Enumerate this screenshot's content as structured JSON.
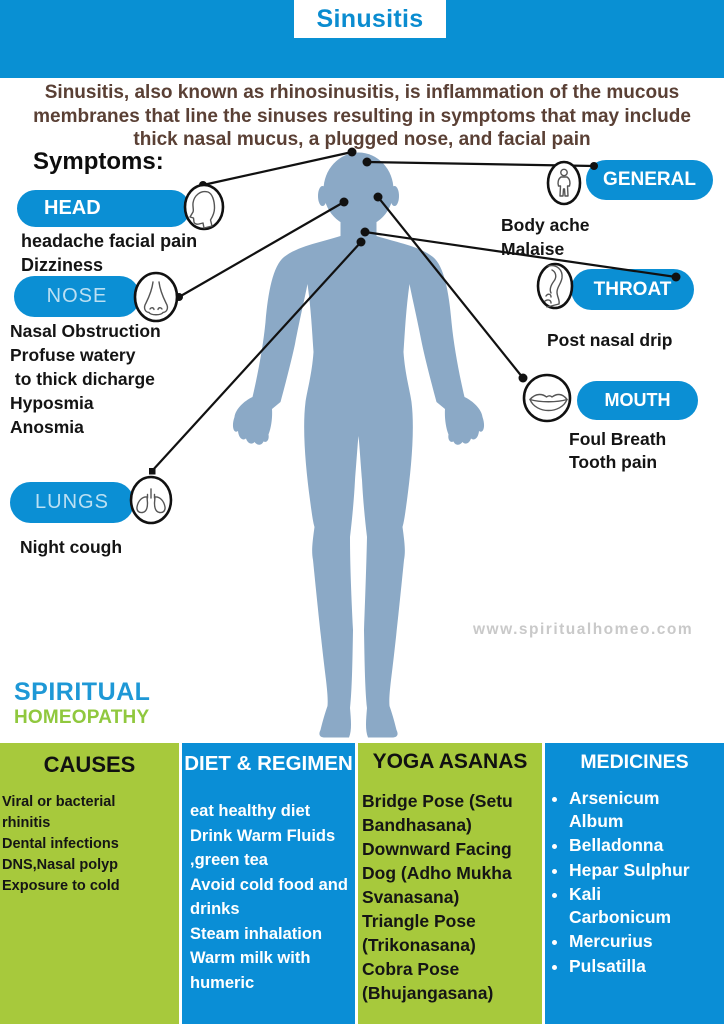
{
  "page": {
    "title": "Sinusitis"
  },
  "intro": {
    "text": "Sinusitis, also known as rhinosinusitis, is inflammation of the mucous membranes that line the sinuses resulting in symptoms that may include thick nasal mucus, a plugged nose, and facial pain"
  },
  "symptoms": {
    "heading": "Symptoms:",
    "head": {
      "label": "HEAD",
      "icon": "head-icon",
      "items": "headache facial pain\nDizziness"
    },
    "nose": {
      "label": "NOSE",
      "icon": "nose-icon",
      "items": "Nasal Obstruction\nProfuse watery\n to thick dicharge\nHyposmia\nAnosmia"
    },
    "lungs": {
      "label": "LUNGS",
      "icon": "lungs-icon",
      "items": "Night cough"
    },
    "general": {
      "label": "GENERAL",
      "icon": "body-icon",
      "items": "Body ache\nMalaise"
    },
    "throat": {
      "label": "THROAT",
      "icon": "throat-icon",
      "items": "Post nasal drip"
    },
    "mouth": {
      "label": "MOUTH",
      "icon": "mouth-icon",
      "items": "Foul Breath\nTooth pain"
    }
  },
  "watermark": "www.spiritualhomeo.com",
  "logo": {
    "line1": "SPIRITUAL",
    "line2": "HOMEOPATHY"
  },
  "sections": {
    "causes": {
      "header": "CAUSES",
      "items": [
        "Viral or bacterial rhinitis",
        "Dental infections",
        "DNS,Nasal polyp",
        "Exposure to cold"
      ]
    },
    "diet": {
      "header": "DIET & REGIMEN",
      "items": [
        "eat healthy diet",
        "Drink Warm Fluids ,green tea",
        "Avoid cold food and drinks",
        "Steam inhalation",
        "Warm milk with humeric"
      ]
    },
    "yoga": {
      "header": "YOGA ASANAS",
      "items": [
        "Bridge Pose (Setu Bandhasana)",
        "Downward Facing Dog (Adho Mukha Svanasana)",
        "Triangle Pose (Trikonasana)",
        "Cobra Pose (Bhujangasana)"
      ]
    },
    "medicines": {
      "header": "MEDICINES",
      "items": [
        "Arsenicum Album",
        "Belladonna",
        "Hepar Sulphur",
        "Kali Carbonicum",
        "Mercurius",
        "Pulsatilla"
      ]
    }
  },
  "colors": {
    "accent_blue": "#0a8ed6",
    "accent_green": "#a7c93c",
    "body_fill": "#8ba9c6",
    "intro_brown": "#5a4035",
    "logo_blue": "#1e98d6",
    "logo_green": "#90c83e",
    "watermark_gray": "#c9c9c9"
  }
}
